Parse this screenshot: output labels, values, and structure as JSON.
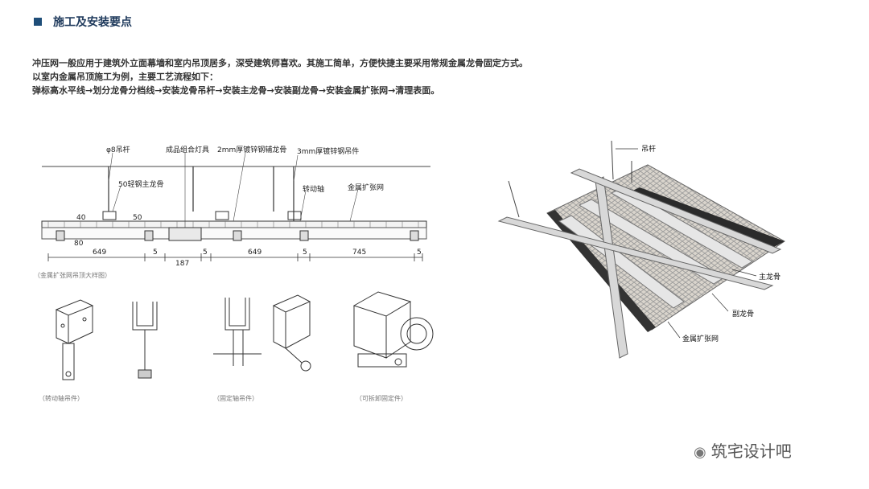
{
  "header": {
    "title": "施工及安装要点"
  },
  "intro": {
    "line1": "冲压网一般应用于建筑外立面幕墙和室内吊顶居多，深受建筑师喜欢。其施工简单，方便快捷主要采用常规金属龙骨固定方式。",
    "line2": "以室内金属吊顶施工为例，主要工艺流程如下：",
    "line3": "弹标高水平线→划分龙骨分档线→安装龙骨吊杆→安装主龙骨→安装副龙骨→安装金属扩张网→清理表面。"
  },
  "section_drawing": {
    "labels": {
      "rod": "φ8吊杆",
      "lamp": "成品组合灯具",
      "keel_2mm": "2mm厚镀锌钢辅龙骨",
      "hanger_3mm": "3mm厚镀锌钢吊件",
      "main_keel": "50轻钢主龙骨",
      "pivot": "转动轴",
      "mesh": "金属扩张网"
    },
    "dims": {
      "d40": "40",
      "d50": "50",
      "d80": "80",
      "d649a": "649",
      "d5a": "5",
      "d187": "187",
      "d5b": "5",
      "d649b": "649",
      "d5c": "5",
      "d745": "745",
      "d5d": "5"
    },
    "caption": "（金属扩张网吊顶大样图）"
  },
  "hardware": {
    "caption1": "（转动轴吊件）",
    "caption2": "（固定轴吊件）",
    "caption3": "（可拆卸固定件）"
  },
  "iso_drawing": {
    "labels": {
      "rod": "吊杆",
      "main_keel": "主龙骨",
      "sub_keel": "副龙骨",
      "mesh": "金属扩张网"
    }
  },
  "watermark": {
    "text": "筑宅设计吧"
  },
  "colors": {
    "accent": "#1f4e79",
    "title": "#1f3a5c"
  }
}
